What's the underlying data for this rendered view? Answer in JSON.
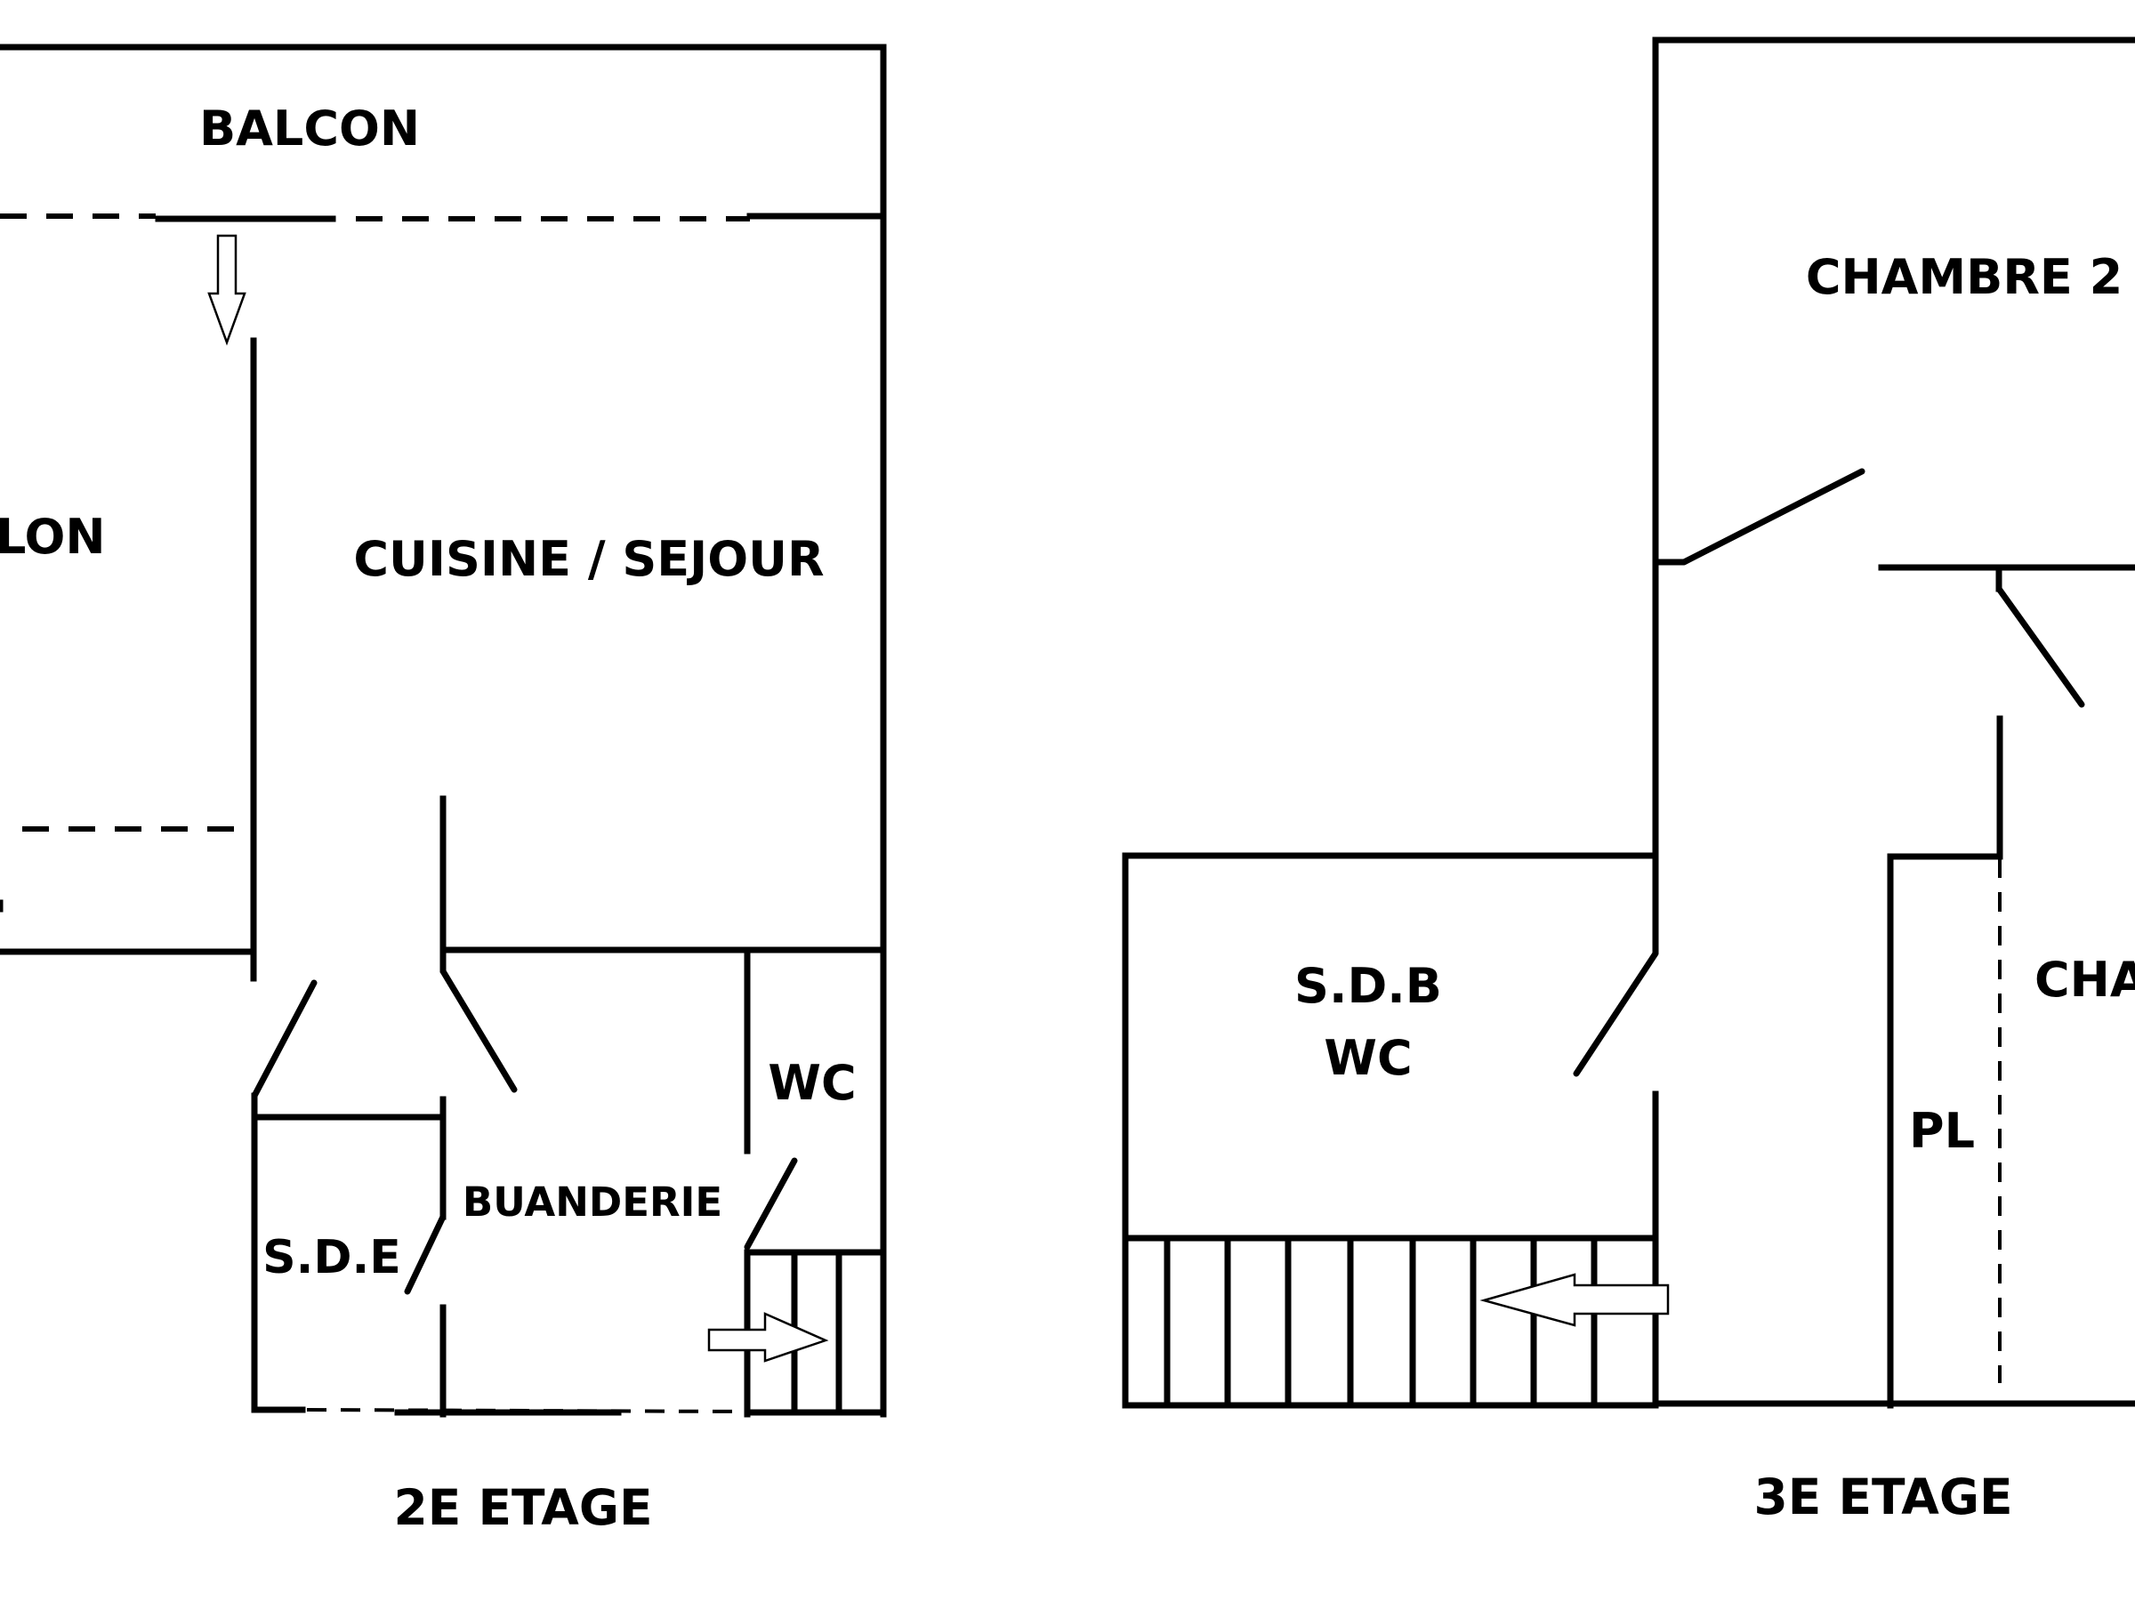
{
  "floor_2": {
    "title": "2E ETAGE",
    "rooms": {
      "balcon": "BALCON",
      "salon_partial": "LON",
      "cuisine_sejour": "CUISINE / SEJOUR",
      "wc": "WC",
      "buanderie": "BUANDERIE",
      "sde": "S.D.E"
    }
  },
  "floor_3": {
    "title": "3E ETAGE",
    "rooms": {
      "chambre_2": "CHAMBRE 2",
      "sdb_line1": "S.D.B",
      "sdb_line2": "WC",
      "pl": "PL",
      "chambre_partial": "CHA"
    }
  }
}
